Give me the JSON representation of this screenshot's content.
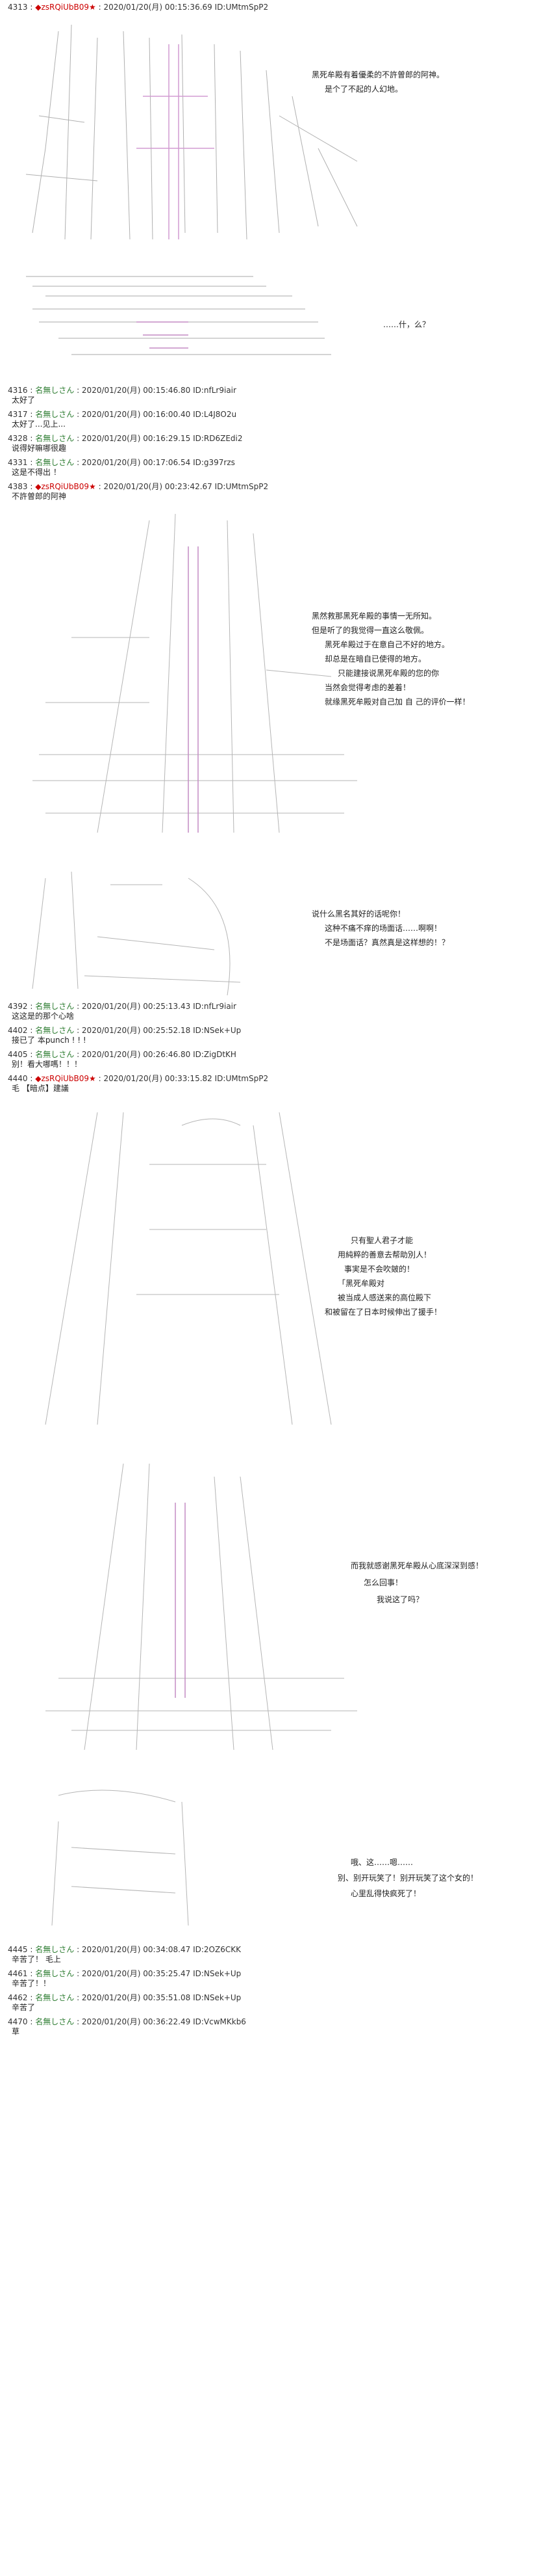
{
  "posts": [
    {
      "num": "4313",
      "name": "◆zsRQiUbB09",
      "suffix": "★",
      "date": "2020/01/20(月) 00:15:36.69",
      "id": "ID:UMtmSpP2",
      "kind": "op"
    },
    {
      "num": "4316",
      "name": "名無し",
      "suffix": "さん",
      "date": "2020/01/20(月) 00:15:46.80",
      "id": "ID:nfLr9iair",
      "kind": "anon",
      "text": "太好了"
    },
    {
      "num": "4317",
      "name": "名無し",
      "suffix": "さん",
      "date": "2020/01/20(月) 00:16:00.40",
      "id": "ID:L4J8O2u",
      "kind": "anon",
      "text": "太好了...见上..."
    },
    {
      "num": "4328",
      "name": "名無し",
      "suffix": "さん",
      "date": "2020/01/20(月) 00:16:29.15",
      "id": "ID:RD6ZEdi2",
      "kind": "anon",
      "text": "说得好嘛哪很趣"
    },
    {
      "num": "4331",
      "name": "名無し",
      "suffix": "さん",
      "date": "2020/01/20(月) 00:17:06.54",
      "id": "ID:g397rzs",
      "kind": "anon",
      "text": "这是不得出 ！"
    },
    {
      "num": "4383",
      "name": "◆zsRQiUbB09",
      "suffix": "★",
      "date": "2020/01/20(月) 00:23:42.67",
      "id": "ID:UMtmSpP2",
      "kind": "op",
      "text": "不許曽郎的阿神"
    },
    {
      "num": "4392",
      "name": "名無し",
      "suffix": "さん",
      "date": "2020/01/20(月) 00:25:13.43",
      "id": "ID:nfLr9iair",
      "kind": "anon",
      "text": "这这是的那个心啥"
    },
    {
      "num": "4402",
      "name": "名無し",
      "suffix": "さん",
      "date": "2020/01/20(月) 00:25:52.18",
      "id": "ID:NSek+Up",
      "kind": "anon",
      "text": "接已了 本punch ! ! !"
    },
    {
      "num": "4405",
      "name": "名無し",
      "suffix": "さん",
      "date": "2020/01/20(月) 00:26:46.80",
      "id": "ID:ZigDtKH",
      "kind": "anon",
      "text": "别！看大哪嗎！！！"
    },
    {
      "num": "4440",
      "name": "◆zsRQiUbB09",
      "suffix": "★",
      "date": "2020/01/20(月) 00:33:15.82",
      "id": "ID:UMtmSpP2",
      "kind": "op",
      "text": "毛 【暗点】建議"
    },
    {
      "num": "4445",
      "name": "名無し",
      "suffix": "さん",
      "date": "2020/01/20(月) 00:34:08.47",
      "id": "ID:2OZ6CKK",
      "kind": "anon",
      "text": "辛苦了！ 毛上"
    },
    {
      "num": "4461",
      "name": "名無し",
      "suffix": "さん",
      "date": "2020/01/20(月) 00:35:25.47",
      "id": "ID:NSek+Up",
      "kind": "anon",
      "text": "辛苦了！！"
    },
    {
      "num": "4462",
      "name": "名無し",
      "suffix": "さん",
      "date": "2020/01/20(月) 00:35:51.08",
      "id": "ID:NSek+Up",
      "kind": "anon",
      "text": "辛苦了"
    },
    {
      "num": "4470",
      "name": "名無し",
      "suffix": "さん",
      "date": "2020/01/20(月) 00:36:22.49",
      "id": "ID:VcwMKkb6",
      "kind": "anon",
      "text": "草"
    }
  ],
  "dialogues": {
    "d1": [
      "黑死牟殿有着優柔的不許曽郎的阿神。",
      "是个了不起的人幻地。"
    ],
    "d2": [
      "……什，么？"
    ],
    "d3": [
      "黑然救那黑死牟殿的事情一无所知。",
      "但是听了的我觉得一直这么敬佩。",
      "黑死牟殿过于在意自己不好的地方。",
      "却总是在暗自已使得的地方。",
      "只能建接说黑死牟殿的您的你",
      "当然会觉得考虑的差着！",
      "就缘黑死牟殿对自己加 自 己的评价一样！"
    ],
    "d4": [
      "说什么黑名其好的话呢你！",
      "这种不痛不痒的场面话……啊啊！",
      "不是场面话？真然真是这样想的！？"
    ],
    "d5": [
      "只有聖人君子才能",
      "用純粹的善意去帮助別人！",
      "事実是不会吹皴的！",
      "「黑死牟殿对",
      "被当成人感送来的高位殿下",
      "和被留在了日本时候伸出了援手！"
    ],
    "d6": [
      "而我就感谢黑死牟殿从心底深深到感！",
      "怎么回事！",
      "我说这了吗？"
    ],
    "d7": [
      "哦、这……嗯……",
      "别、别开玩笑了！别开玩笑了这个女的！",
      "心里乱得快疯死了！"
    ]
  }
}
